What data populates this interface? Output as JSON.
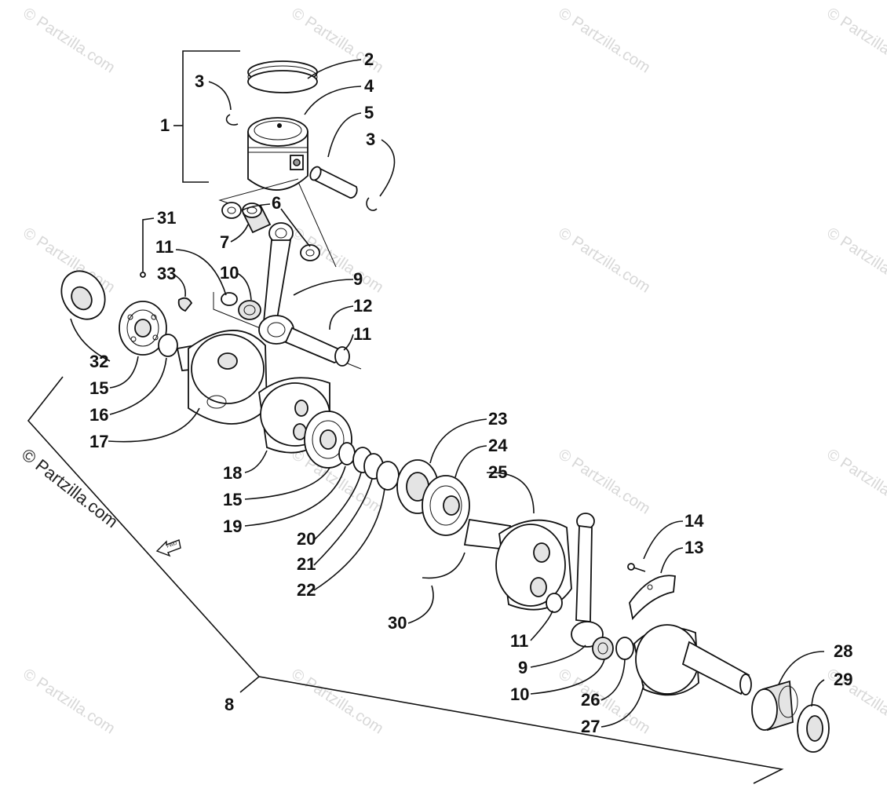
{
  "watermark": {
    "text": "© Partzilla.com",
    "side_text": "© Partzilla.com"
  },
  "fwd_label": "FWD",
  "callouts": {
    "c1": "1",
    "c2": "2",
    "c3a": "3",
    "c3b": "3",
    "c4": "4",
    "c5": "5",
    "c6": "6",
    "c7": "7",
    "c8": "8",
    "c9a": "9",
    "c9b": "9",
    "c10a": "10",
    "c10b": "10",
    "c11a": "11",
    "c11b": "11",
    "c11c": "11",
    "c12": "12",
    "c13": "13",
    "c14": "14",
    "c15a": "15",
    "c15b": "15",
    "c16": "16",
    "c17": "17",
    "c18": "18",
    "c19": "19",
    "c20": "20",
    "c21": "21",
    "c22": "22",
    "c23": "23",
    "c24": "24",
    "c25": "25",
    "c26": "26",
    "c27": "27",
    "c28": "28",
    "c29": "29",
    "c30": "30",
    "c31": "31",
    "c32": "32",
    "c33": "33"
  },
  "colors": {
    "line": "#111111",
    "watermark": "#d8d8d8",
    "background": "#ffffff"
  }
}
